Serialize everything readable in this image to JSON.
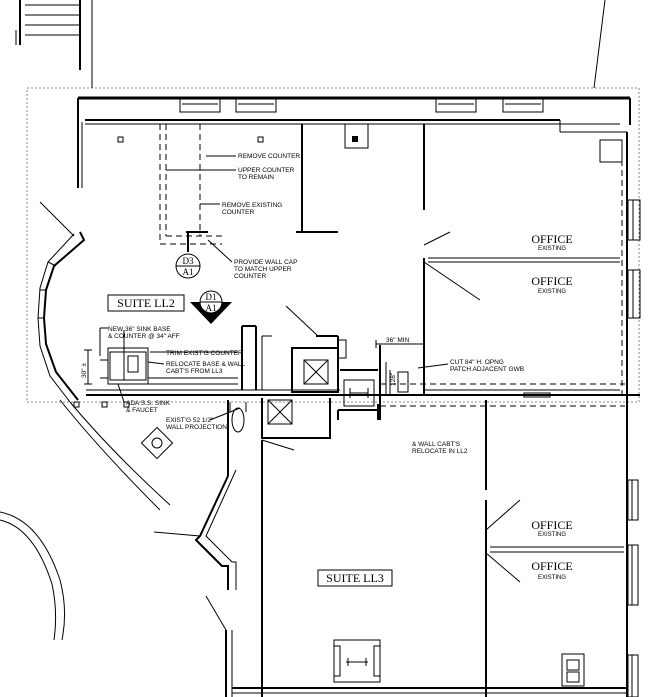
{
  "rooms": {
    "office_1": {
      "name": "OFFICE",
      "sub": "EXISTING"
    },
    "office_2": {
      "name": "OFFICE",
      "sub": "EXISTING"
    },
    "office_3": {
      "name": "OFFICE",
      "sub": "EXISTING"
    },
    "office_4": {
      "name": "OFFICE",
      "sub": "EXISTING"
    },
    "suite_ll2": "SUITE LL2",
    "suite_ll3": "SUITE LL3"
  },
  "notes": {
    "remove_counter": "REMOVE COUNTER",
    "upper_counter": [
      "UPPER COUNTER",
      "TO REMAIN"
    ],
    "remove_existing": [
      "REMOVE EXISTING",
      "COUNTER"
    ],
    "wall_cap": [
      "PROVIDE WALL CAP",
      "TO MATCH UPPER",
      "COUNTER"
    ],
    "sink_base": [
      "NEW 36\" SINK BASE",
      "& COUNTER @ 34\" AFF"
    ],
    "trim": "TRIM EXIST'G COUNTER",
    "relocate_base": [
      "RELOCATE BASE & WALL",
      "CABT'S FROM LL3"
    ],
    "ada_sink": [
      "ADA S.S. SINK",
      "& FAUCET"
    ],
    "wall_projection": [
      "EXIST'G 52 1/2\"",
      "WALL PROJECTION"
    ],
    "cut_opening": [
      "CUT  84\" H. OPNG",
      "PATCH ADJACENT GWB"
    ],
    "relocate_ll2": [
      "& WALL CABT'S",
      "RELOCATE IN LL2"
    ],
    "dim_36_min": "36\" MIN",
    "dim_128": "128\"",
    "dim_30": "30\" ±"
  },
  "tags": {
    "d3": {
      "top": "D3",
      "bottom": "A1"
    },
    "d1": {
      "top": "D1",
      "bottom": "A1"
    }
  }
}
